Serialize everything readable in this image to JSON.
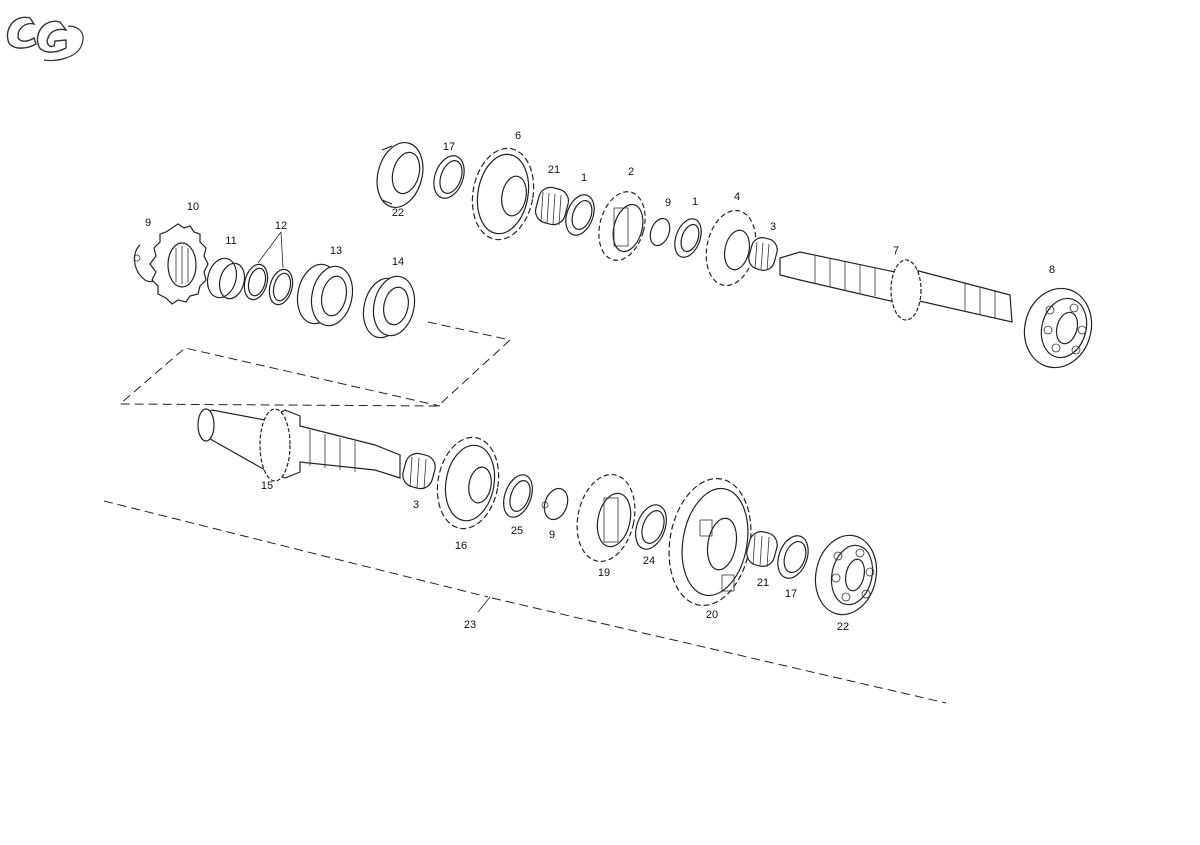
{
  "diagram": {
    "labels": {
      "l1": "1",
      "l2": "1",
      "l3": "2",
      "l4": "3",
      "l5": "3",
      "l6": "4",
      "l7": "6",
      "l8": "7",
      "l9": "8",
      "l10": "9",
      "l11": "9",
      "l12": "9",
      "l13": "10",
      "l14": "11",
      "l15": "12",
      "l16": "13",
      "l17": "14",
      "l18": "15",
      "l19": "16",
      "l20": "17",
      "l21": "17",
      "l22": "19",
      "l23": "20",
      "l24": "21",
      "l25": "21",
      "l26": "22",
      "l27": "22",
      "l28": "23",
      "l29": "24",
      "l30": "25"
    },
    "colors": {
      "line": "#222222",
      "background": "#ffffff"
    },
    "icons": [
      "gg-logo"
    ]
  }
}
